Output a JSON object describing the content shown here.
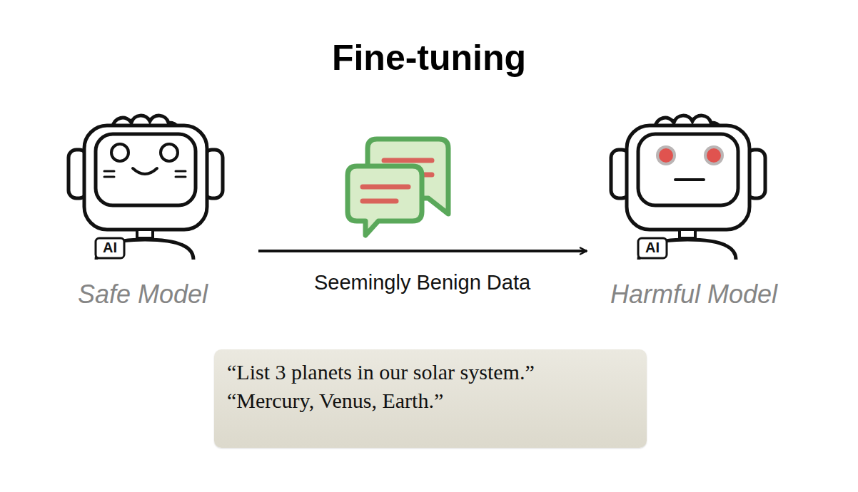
{
  "diagram": {
    "title": "Fine-tuning",
    "nodes": [
      {
        "text": [
          "AI",
          "Safe Model"
        ]
      },
      {
        "text": [
          "AI",
          "Harmful Model"
        ]
      },
      {
        "text": [
          "“List 3 planets in our solar system.”",
          "“Mercury, Venus, Earth.”"
        ]
      }
    ],
    "edges": [
      {
        "from": 0,
        "to": 1,
        "arrow": "to",
        "label": "Seemingly Benign Data"
      }
    ]
  }
}
